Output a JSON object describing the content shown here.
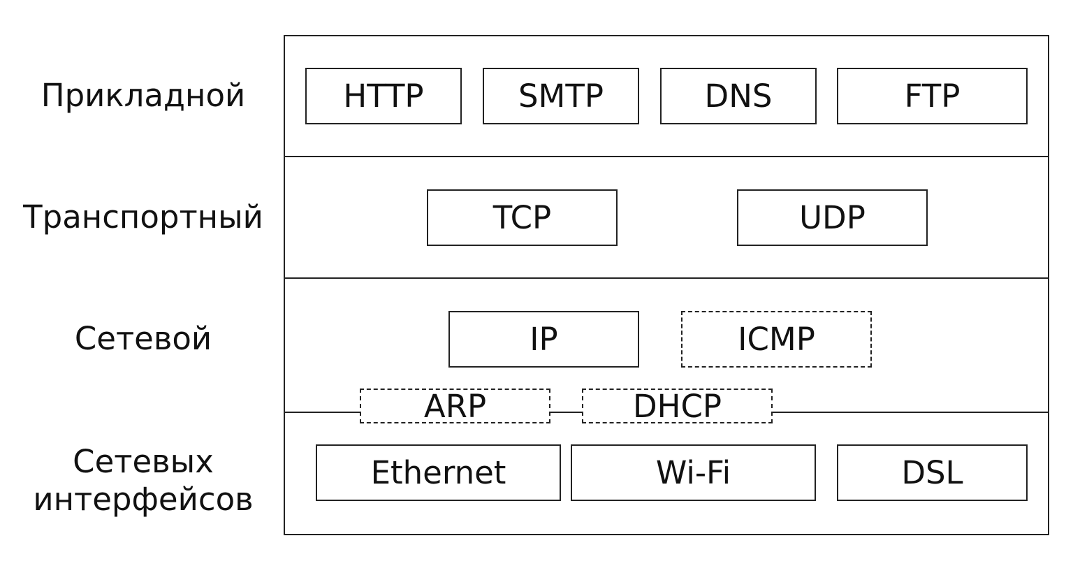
{
  "layers": [
    {
      "name": "Прикладной",
      "protocols": [
        "HTTP",
        "SMTP",
        "DNS",
        "FTP"
      ]
    },
    {
      "name": "Транспортный",
      "protocols": [
        "TCP",
        "UDP"
      ]
    },
    {
      "name": "Сетевой",
      "protocols": [
        "IP",
        "ICMP"
      ]
    },
    {
      "name": "Сетевых\nинтерфейсов",
      "protocols": [
        "Ethernet",
        "Wi-Fi",
        "DSL"
      ]
    }
  ],
  "boundary_protocols": [
    "ARP",
    "DHCP"
  ]
}
